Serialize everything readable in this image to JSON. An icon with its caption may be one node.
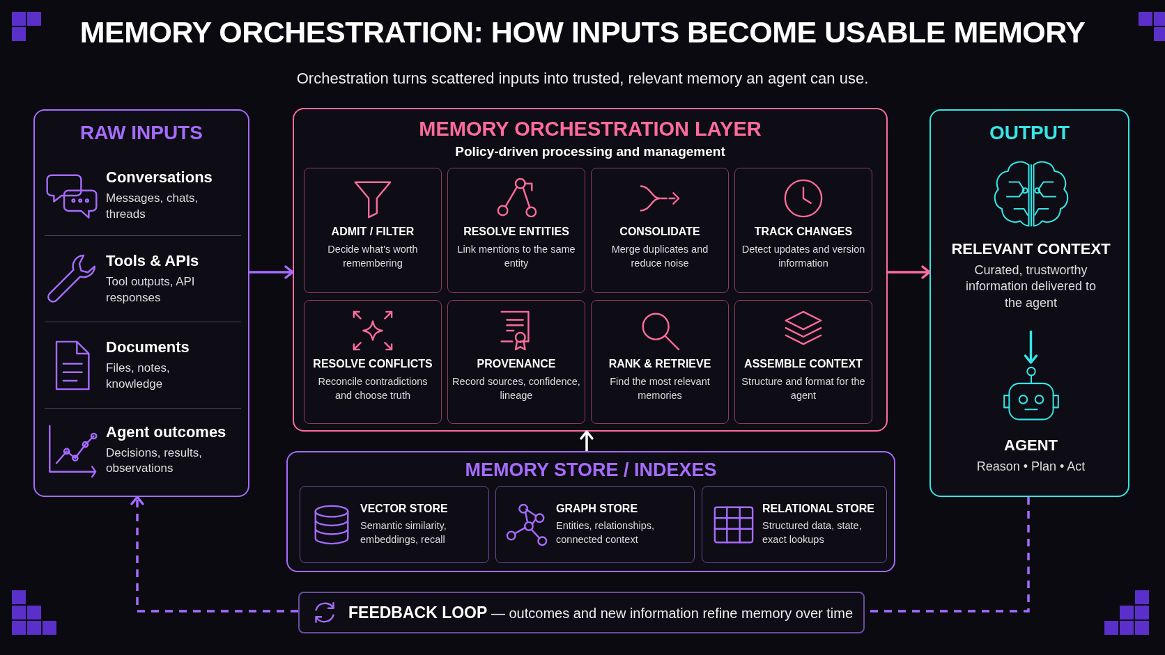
{
  "diagram": {
    "title": "MEMORY ORCHESTRATION: HOW INPUTS BECOME USABLE MEMORY",
    "nodes": [
      {
        "text": [
          "RAW INPUTS"
        ]
      },
      {
        "text": [
          "Conversations",
          "Messages, chats, threads"
        ],
        "in": 0
      },
      {
        "text": [
          "Tools & APIs",
          "Tool outputs, API responses"
        ],
        "in": 0
      },
      {
        "text": [
          "Documents",
          "Files, notes, knowledge"
        ],
        "in": 0
      },
      {
        "text": [
          "Agent outcomes",
          "Decisions, results, observations"
        ],
        "in": 0
      },
      {
        "text": [
          "MEMORY ORCHESTRATION LAYER",
          "Policy-driven processing and management"
        ]
      },
      {
        "text": [
          "ADMIT / FILTER",
          "Decide what's worth remembering"
        ],
        "in": 5
      },
      {
        "text": [
          "RESOLVE ENTITIES",
          "Link mentions to the same entity"
        ],
        "in": 5
      },
      {
        "text": [
          "CONSOLIDATE",
          "Merge duplicates and reduce noise"
        ],
        "in": 5
      },
      {
        "text": [
          "TRACK CHANGES",
          "Detect updates and version information"
        ],
        "in": 5
      },
      {
        "text": [
          "RESOLVE CONFLICTS",
          "Reconcile contradictions and choose truth"
        ],
        "in": 5
      },
      {
        "text": [
          "PROVENANCE",
          "Record sources, confidence, lineage"
        ],
        "in": 5
      },
      {
        "text": [
          "RANK & RETRIEVE",
          "Find the most relevant memories"
        ],
        "in": 5
      },
      {
        "text": [
          "ASSEMBLE CONTEXT",
          "Structure and format for the agent"
        ],
        "in": 5
      },
      {
        "text": [
          "MEMORY STORE / INDEXES"
        ]
      },
      {
        "text": [
          "VECTOR STORE",
          "Semantic similarity, embeddings, recall"
        ],
        "in": 14
      },
      {
        "text": [
          "GRAPH STORE",
          "Entities, relationships, connected context"
        ],
        "in": 14
      },
      {
        "text": [
          "RELATIONAL STORE",
          "Structured data, state, exact lookups"
        ],
        "in": 14
      },
      {
        "text": [
          "OUTPUT"
        ]
      },
      {
        "text": [
          "RELEVANT CONTEXT",
          "Curated, trustworthy information delivered to the agent"
        ],
        "in": 18
      },
      {
        "text": [
          "AGENT",
          "Reason • Plan • Act"
        ],
        "in": 18
      },
      {
        "text": [
          "**FEEDBACK LOOP** — outcomes and new information refine memory over time"
        ]
      }
    ],
    "edges": [
      {
        "from": 0,
        "to": 5,
        "arrow": "to",
        "color": "#a56cff"
      },
      {
        "from": 5,
        "to": 18,
        "arrow": "to",
        "color": "#ff6b9e"
      },
      {
        "from": 14,
        "to": 5,
        "arrow": "to",
        "color": "#ffffff"
      },
      {
        "from": 19,
        "to": 20,
        "arrow": "to",
        "color": "#35e6e6"
      },
      {
        "from": 18,
        "to": 21,
        "arrow": "none",
        "style": "dashed",
        "color": "#a56cff"
      },
      {
        "from": 21,
        "to": 0,
        "arrow": "to",
        "style": "dashed",
        "color": "#a56cff"
      }
    ],
    "labels": [
      "Orchestration turns scattered inputs into trusted, relevant memory an agent can use."
    ]
  }
}
